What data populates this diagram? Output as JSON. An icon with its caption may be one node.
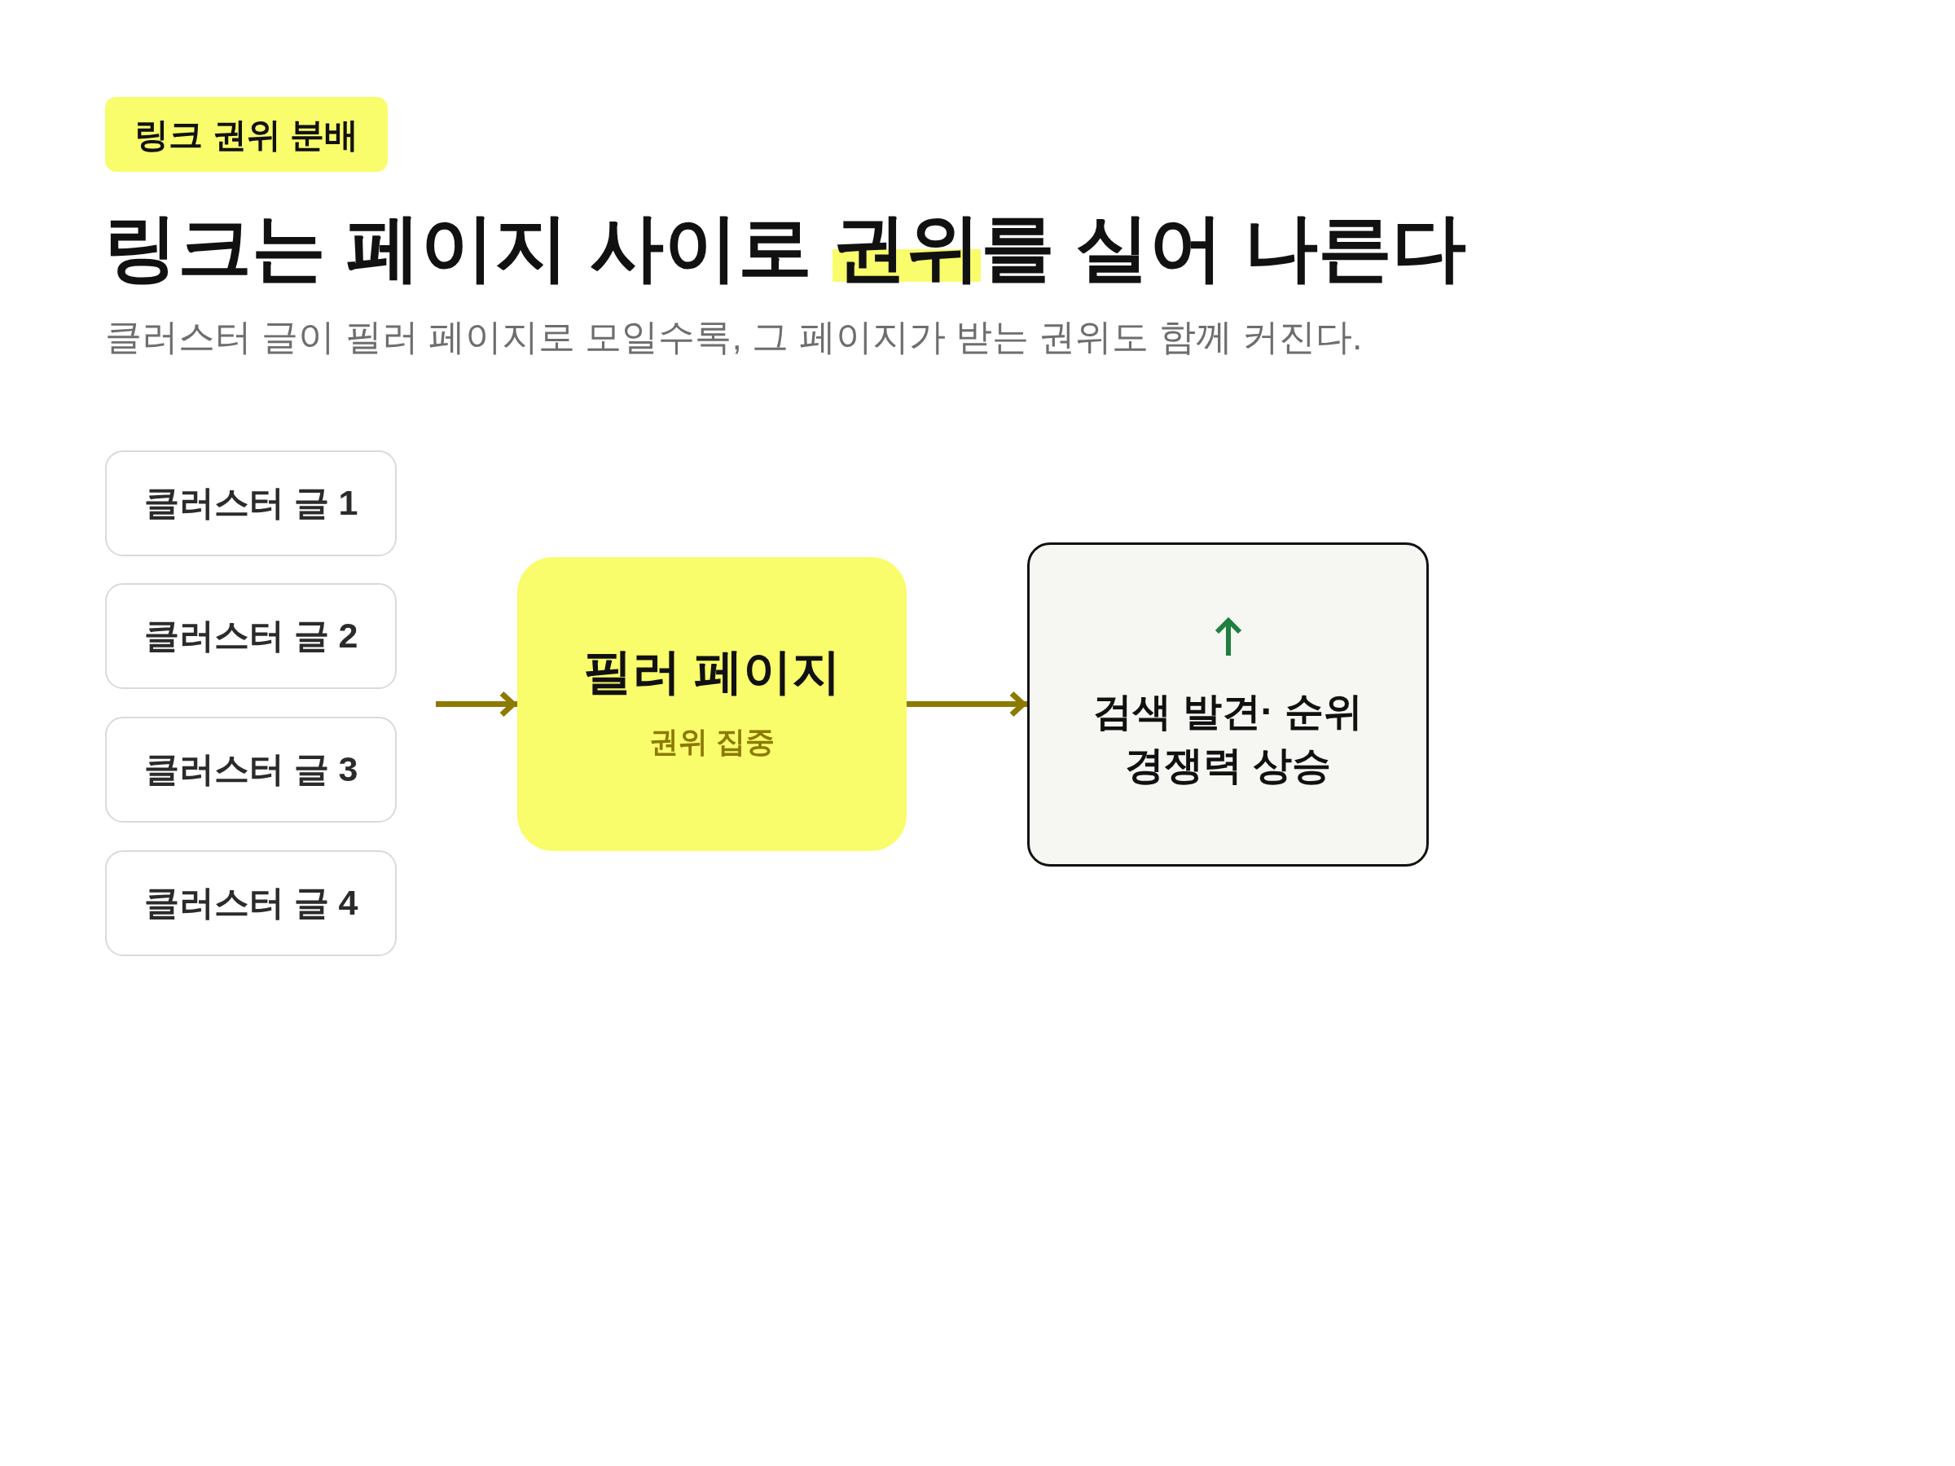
{
  "diagram": {
    "title": "링크는 페이지 사이로 **권위**를 실어 나른다",
    "nodes": [
      {
        "text": [
          "클러스터 글 1"
        ]
      },
      {
        "text": [
          "클러스터 글 2"
        ]
      },
      {
        "text": [
          "클러스터 글 3"
        ]
      },
      {
        "text": [
          "클러스터 글 4"
        ]
      },
      {
        "text": [
          "필러 페이지",
          "권위 집중"
        ]
      },
      {
        "text": [
          "검색 발견· 순위 경쟁력 상승"
        ]
      }
    ],
    "edges": [
      {
        "from": null,
        "to": 4,
        "arrow": "to"
      },
      {
        "from": 4,
        "to": 5,
        "arrow": "to"
      }
    ],
    "labels": [
      "링크 권위 분배",
      "클러스터 글이 필러 페이지로 모일수록, 그 페이지가 받는 권위도 함께 커진다."
    ]
  }
}
